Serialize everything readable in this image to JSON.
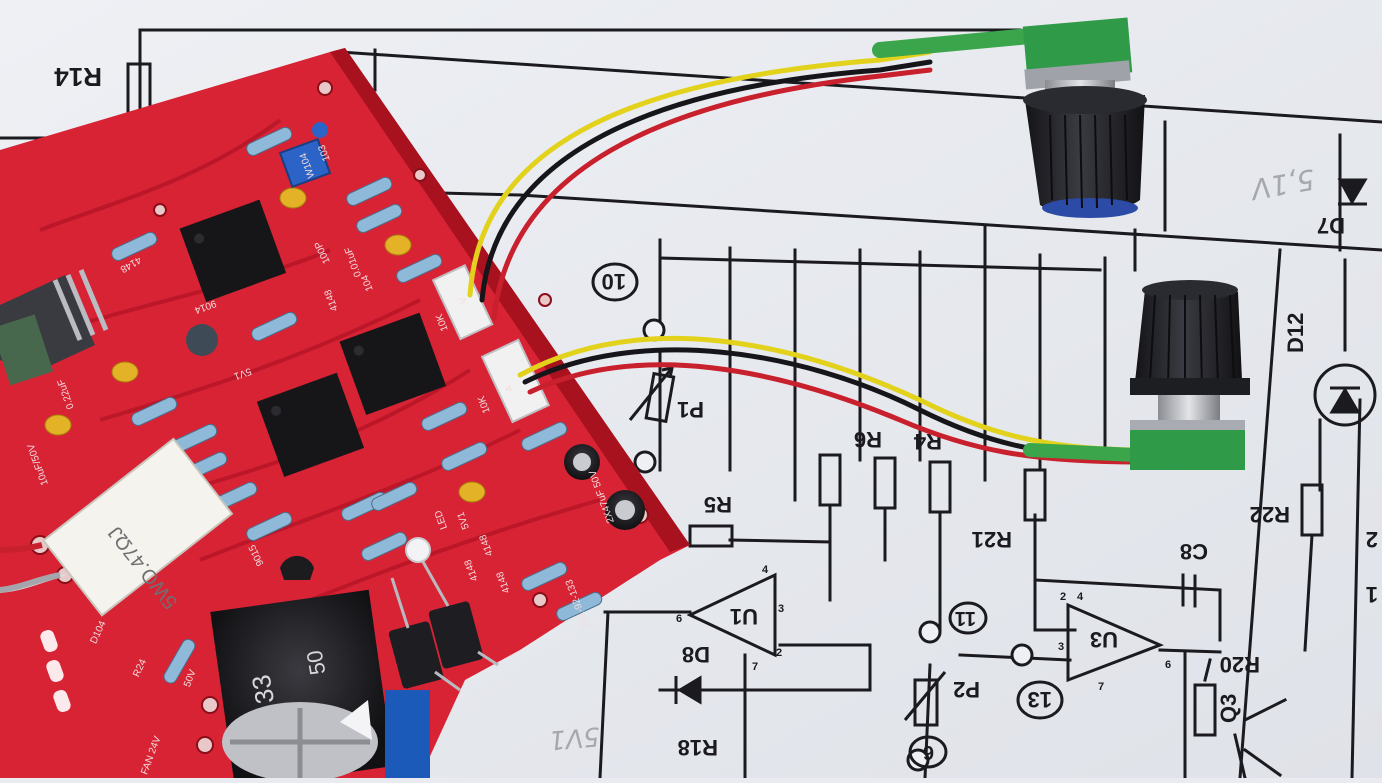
{
  "photo": {
    "subject": "Red PCB power-supply kit with two potentiometers on a printed schematic",
    "colors": {
      "paper": "#e9ebf0",
      "ink": "#1b1b1f",
      "pcb": "#d82335",
      "pcb_dark": "#a8121f",
      "wire_yellow": "#e3d21c",
      "wire_red": "#c8202c",
      "wire_black": "#16161a",
      "pot_green": "#2f9a47",
      "knob": "#1f2024"
    }
  },
  "schematic": {
    "components": [
      "R14",
      "R5",
      "R6",
      "R4",
      "R21",
      "R22",
      "R20",
      "R18",
      "C8",
      "D7",
      "D8",
      "D12",
      "U1",
      "U3",
      "P1",
      "P2",
      "Q3"
    ],
    "net_numbers": [
      "10",
      "11",
      "13",
      "6"
    ],
    "pin_numbers": [
      "4",
      "3",
      "2",
      "6",
      "7",
      "4",
      "2",
      "3",
      "6",
      "7"
    ],
    "pen_notes": [
      "5,1V",
      "5V1"
    ],
    "edge_marks": [
      "1",
      "2"
    ]
  },
  "pcb": {
    "silkscreen": [
      "4148",
      "100P",
      "103",
      "0.01uF",
      "4148",
      "104",
      "9014",
      "5V1",
      "10K",
      "10K",
      "4148",
      "4148",
      "9015",
      "5V1",
      "LED",
      "4148",
      "2X47uF 50V",
      "101-92-133",
      "0.22uF",
      "10uF/50V",
      "D104",
      "R24",
      "FAN 24V",
      "V",
      "A",
      "50V"
    ],
    "resistor_label": [
      "5WO.47ΩJ"
    ],
    "cap_label": [
      "33",
      "50",
      "50V"
    ],
    "trimmer_label": "W104"
  }
}
